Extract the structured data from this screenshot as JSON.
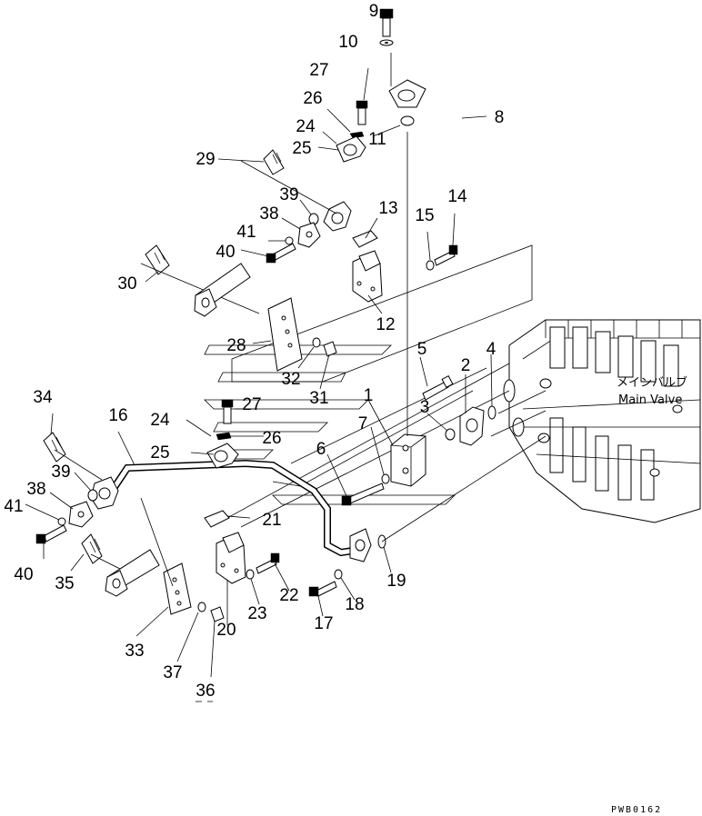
{
  "diagram": {
    "drawing_code": "PWB0162",
    "main_valve_label_jp": "メインバルブ",
    "main_valve_label_en": "Main Valve",
    "part_numbers": {
      "p1": "1",
      "p2": "2",
      "p3": "3",
      "p4": "4",
      "p5": "5",
      "p6": "6",
      "p7": "7",
      "p8": "8",
      "p9": "9",
      "p10": "10",
      "p11": "11",
      "p12": "12",
      "p13": "13",
      "p14": "14",
      "p15": "15",
      "p16": "16",
      "p17": "17",
      "p18": "18",
      "p19": "19",
      "p20": "20",
      "p21": "21",
      "p22": "22",
      "p23": "23",
      "p24a": "24",
      "p24b": "24",
      "p25a": "25",
      "p25b": "25",
      "p26a": "26",
      "p26b": "26",
      "p27a": "27",
      "p27b": "27",
      "p28": "28",
      "p29": "29",
      "p30": "30",
      "p31": "31",
      "p32": "32",
      "p33": "33",
      "p34": "34",
      "p35": "35",
      "p36": "36",
      "p37": "37",
      "p38a": "38",
      "p38b": "38",
      "p39a": "39",
      "p39b": "39",
      "p40a": "40",
      "p40b": "40",
      "p41a": "41",
      "p41b": "41"
    }
  }
}
